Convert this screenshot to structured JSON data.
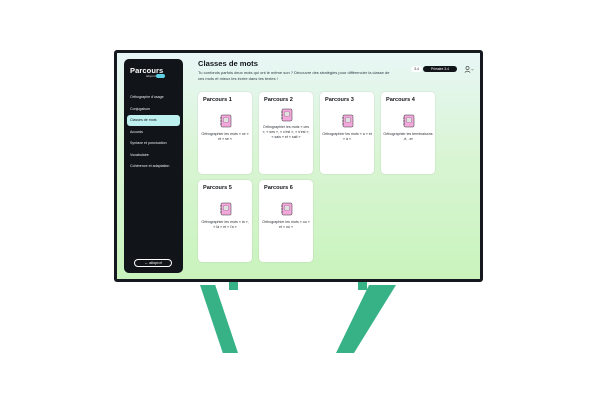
{
  "sidebar": {
    "logo_title": "Parcours",
    "logo_subtitle": "alloprof",
    "items": [
      {
        "label": "Orthographe d'usage",
        "active": false
      },
      {
        "label": "Conjugaison",
        "active": false
      },
      {
        "label": "Classes de mots",
        "active": true
      },
      {
        "label": "Accords",
        "active": false
      },
      {
        "label": "Syntaxe et ponctuation",
        "active": false
      },
      {
        "label": "Vocabulaire",
        "active": false
      },
      {
        "label": "Cohérence et adaptation",
        "active": false
      }
    ],
    "bottom_button": "← alloprof"
  },
  "header": {
    "title": "Classes de mots",
    "description": "Tu confonds parfois deux mots qui ont le même son ? Découvre des stratégies pour différencier la classe de ces mots et mieux les écrire dans tes textes !",
    "grade_pill": "3-4",
    "level_pill": "Primaire 3-4",
    "user_icon": "user-icon"
  },
  "cards": [
    {
      "title": "Parcours 1",
      "desc": "Orthographier les mots « ce » et « se »"
    },
    {
      "title": "Parcours 2",
      "desc": "Orthographier les mots « ces », « ses », « c'est », « s'est », « sais » et « sait »"
    },
    {
      "title": "Parcours 3",
      "desc": "Orthographier les mots « a » et « à »"
    },
    {
      "title": "Parcours 4",
      "desc": "Orthographier les terminaisons -é, -er"
    },
    {
      "title": "Parcours 5",
      "desc": "Orthographier les mots « la », « là » et « l'a »"
    },
    {
      "title": "Parcours 6",
      "desc": "Orthographier les mots « ou » et « où »"
    }
  ],
  "colors": {
    "stand": "#37b287",
    "sidebar_bg": "#111418",
    "active_item": "#bdf0ee",
    "card_icon": "#f3a8dc"
  }
}
